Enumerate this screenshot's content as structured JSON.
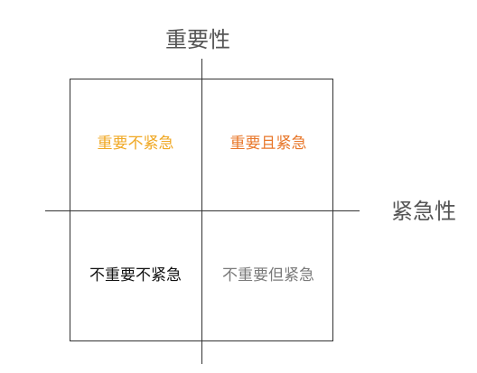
{
  "axes": {
    "y_title": "重要性",
    "x_title": "紧急性"
  },
  "quadrants": {
    "top_left": {
      "label": "重要不紧急",
      "color": "#f0a824"
    },
    "top_right": {
      "label": "重要且紧急",
      "color": "#e8772a"
    },
    "bottom_left": {
      "label": "不重要不紧急",
      "color": "#111111"
    },
    "bottom_right": {
      "label": "不重要但紧急",
      "color": "#7a7a7a"
    }
  }
}
